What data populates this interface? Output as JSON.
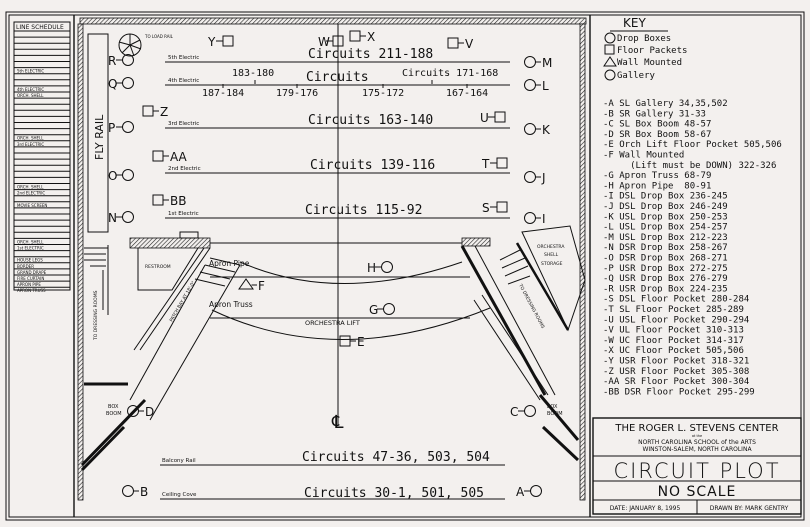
{
  "schedule": {
    "title": "LINE SCHEDULE",
    "labels": [
      "5th ELECTRIC",
      "4th ELECTRIC",
      "ORCH. SHELL",
      "ORCH. SHELL",
      "3rd ELECTRIC",
      "ORCH. SHELL",
      "2nd ELECTRIC",
      "MOVIE SCREEN",
      "ORCH. SHELL",
      "1st ELECTRIC",
      "HOUSE LEGS",
      "BORDER",
      "GRAND DRAPE",
      "FIRE CURTAIN",
      "APRON PIPE",
      "APRON TRUSS"
    ]
  },
  "stage": {
    "fly_rail": "FLY RAIL",
    "load_rail": "TO LOAD RAIL",
    "electrics": [
      {
        "name": "5th Electric",
        "circuits": "Circuits 211-188"
      },
      {
        "name": "4th Electric",
        "circuits": "Circuits 171-168"
      },
      {
        "name": "3rd Electric",
        "circuits": "Circuits 163-140"
      },
      {
        "name": "2nd Electric",
        "circuits": "Circuits 139-116"
      },
      {
        "name": "1st Electric",
        "circuits": "Circuits 115-92"
      }
    ],
    "fourth_electric_circuits": {
      "upper": [
        "183-180"
      ],
      "lower": [
        "187-184",
        "179-176",
        "175-172",
        "167-164"
      ]
    },
    "restroom": "RESTROOM",
    "patch_bay": "PATCH BAY AT 18'-0\"",
    "stairs_left": "TO DRESSING ROOMS",
    "stairs_right": "TO DRESSING ROOMS",
    "orch_shell_storage": [
      "ORCHESTRA",
      "SHELL",
      "STORAGE"
    ],
    "apron_pipe": "Apron Pipe",
    "apron_truss": "Apron Truss",
    "orchestra_lift": "ORCHESTRA LIFT",
    "box_boom": [
      "BOX",
      "BOOM"
    ],
    "centerline": "℄",
    "balcony": {
      "name": "Balcony Rail",
      "circuits": "Circuits 47-36, 503, 504"
    },
    "cove": {
      "name": "Ceiling Cove",
      "circuits": "Circuits 30-1, 501, 505"
    }
  },
  "markers": {
    "R": "R",
    "Q": "Q",
    "P": "P",
    "O": "O",
    "N": "N",
    "M": "M",
    "L": "L",
    "K": "K",
    "J": "J",
    "I": "I",
    "Y": "Y",
    "W": "W",
    "X": "X",
    "V": "V",
    "Z": "Z",
    "AA": "AA",
    "BB": "BB",
    "U": "U",
    "T": "T",
    "S": "S",
    "H": "H",
    "G": "G",
    "E": "E",
    "F": "F",
    "D": "D",
    "C": "C",
    "B": "B",
    "A": "A"
  },
  "key": {
    "title": "KEY",
    "legend": [
      {
        "symbol": "hexagon",
        "label": "Drop Boxes"
      },
      {
        "symbol": "square",
        "label": "Floor Packets"
      },
      {
        "symbol": "triangle",
        "label": "Wall Mounted"
      },
      {
        "symbol": "circle",
        "label": "Gallery"
      }
    ],
    "entries": [
      "-A SL Gallery 34,35,502",
      "-B SR Gallery 31-33",
      "-C SL Box Boom 48-57",
      "-D SR Box Boom 58-67",
      "-E Orch Lift Floor Pocket 505,506",
      "-F Wall Mounted",
      "     (Lift must be DOWN) 322-326",
      "-G Apron Truss 68-79",
      "-H Apron Pipe  80-91",
      "-I DSL Drop Box 236-245",
      "-J DSL Drop Box 246-249",
      "-K USL Drop Box 250-253",
      "-L USL Drop Box 254-257",
      "-M USL Drop Box 212-223",
      "-N DSR Drop Box 258-267",
      "-O DSR Drop Box 268-271",
      "-P USR Drop Box 272-275",
      "-Q USR Drop Box 276-279",
      "-R USR Drop Box 224-235",
      "-S DSL Floor Pocket 280-284",
      "-T SL Floor Pocket 285-289",
      "-U USL Floor Pocket 290-294",
      "-V UL Floor Pocket 310-313",
      "-W UC Floor Pocket 314-317",
      "-X UC Floor Pocket 505,506",
      "-Y USR Floor Pocket 318-321",
      "-Z USR Floor Pocket 305-308",
      "-AA SR Floor Pocket 300-304",
      "-BB DSR Floor Pocket 295-299"
    ]
  },
  "title_block": {
    "venue": "THE ROGER L. STEVENS CENTER",
    "at_the": "at the",
    "school": "NORTH CAROLINA SCHOOL of the ARTS",
    "location": "WINSTON-SALEM, NORTH CAROLINA",
    "title": "CIRCUIT PLOT",
    "scale": "NO SCALE",
    "date": "DATE: JANUARY 8, 1995",
    "drawn_by": "DRAWN BY: MARK GENTRY"
  }
}
